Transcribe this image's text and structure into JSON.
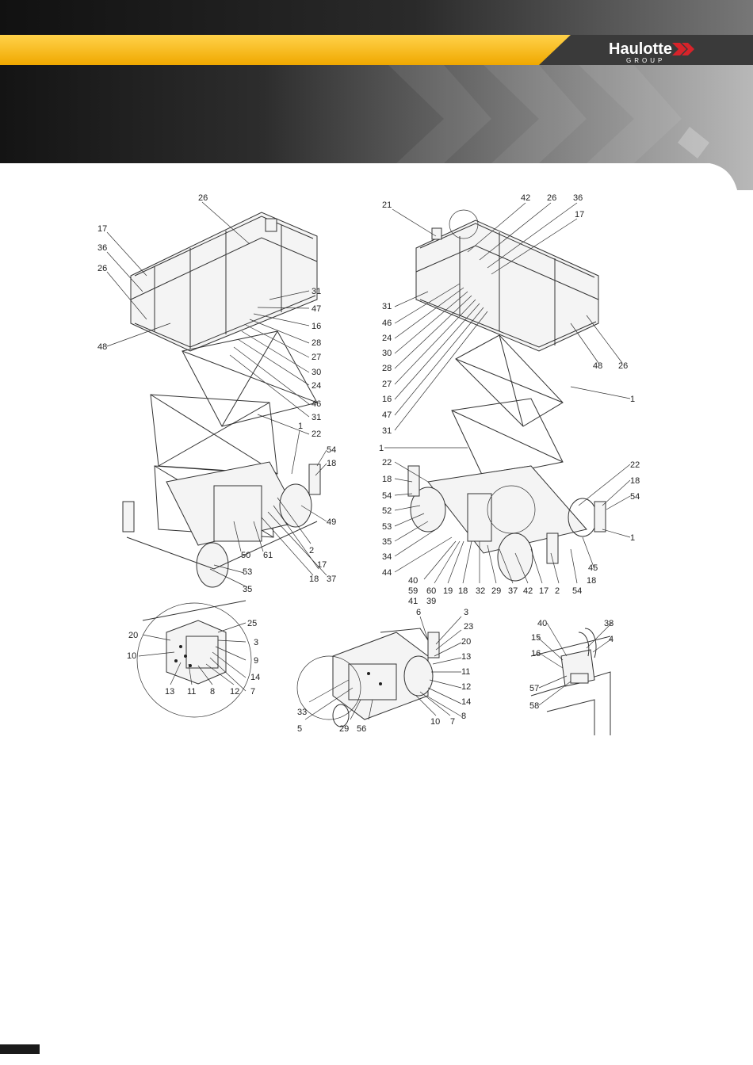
{
  "brand": {
    "name": "Haulotte",
    "group": "GROUP",
    "colors": {
      "yellow": "#f6b618",
      "dark": "#1c1c1c",
      "red": "#d7232a",
      "grey": "#8a8a8a"
    }
  },
  "callouts": {
    "a": [
      "26",
      "17",
      "36",
      "26",
      "48",
      "31",
      "47",
      "16",
      "28",
      "27",
      "30",
      "24",
      "46",
      "31",
      "22",
      "1",
      "54",
      "18",
      "49",
      "2",
      "17",
      "37",
      "18",
      "61",
      "50",
      "53",
      "35"
    ],
    "b": [
      "21",
      "42",
      "26",
      "36",
      "17",
      "31",
      "46",
      "24",
      "30",
      "28",
      "27",
      "16",
      "47",
      "31",
      "48",
      "26",
      "1",
      "1",
      "22",
      "18",
      "54",
      "52",
      "53",
      "35",
      "34",
      "44",
      "40",
      "59",
      "41",
      "60",
      "39",
      "19",
      "18",
      "32",
      "29",
      "37",
      "42",
      "17",
      "2",
      "54",
      "18",
      "45",
      "1",
      "22",
      "18",
      "54"
    ],
    "c": [
      "20",
      "10",
      "25",
      "3",
      "9",
      "14",
      "13",
      "11",
      "8",
      "12",
      "7"
    ],
    "d": [
      "6",
      "3",
      "23",
      "20",
      "13",
      "11",
      "12",
      "14",
      "8",
      "33",
      "5",
      "29",
      "56",
      "10",
      "7"
    ],
    "e": [
      "40",
      "15",
      "16",
      "38",
      "4",
      "57",
      "58"
    ]
  }
}
